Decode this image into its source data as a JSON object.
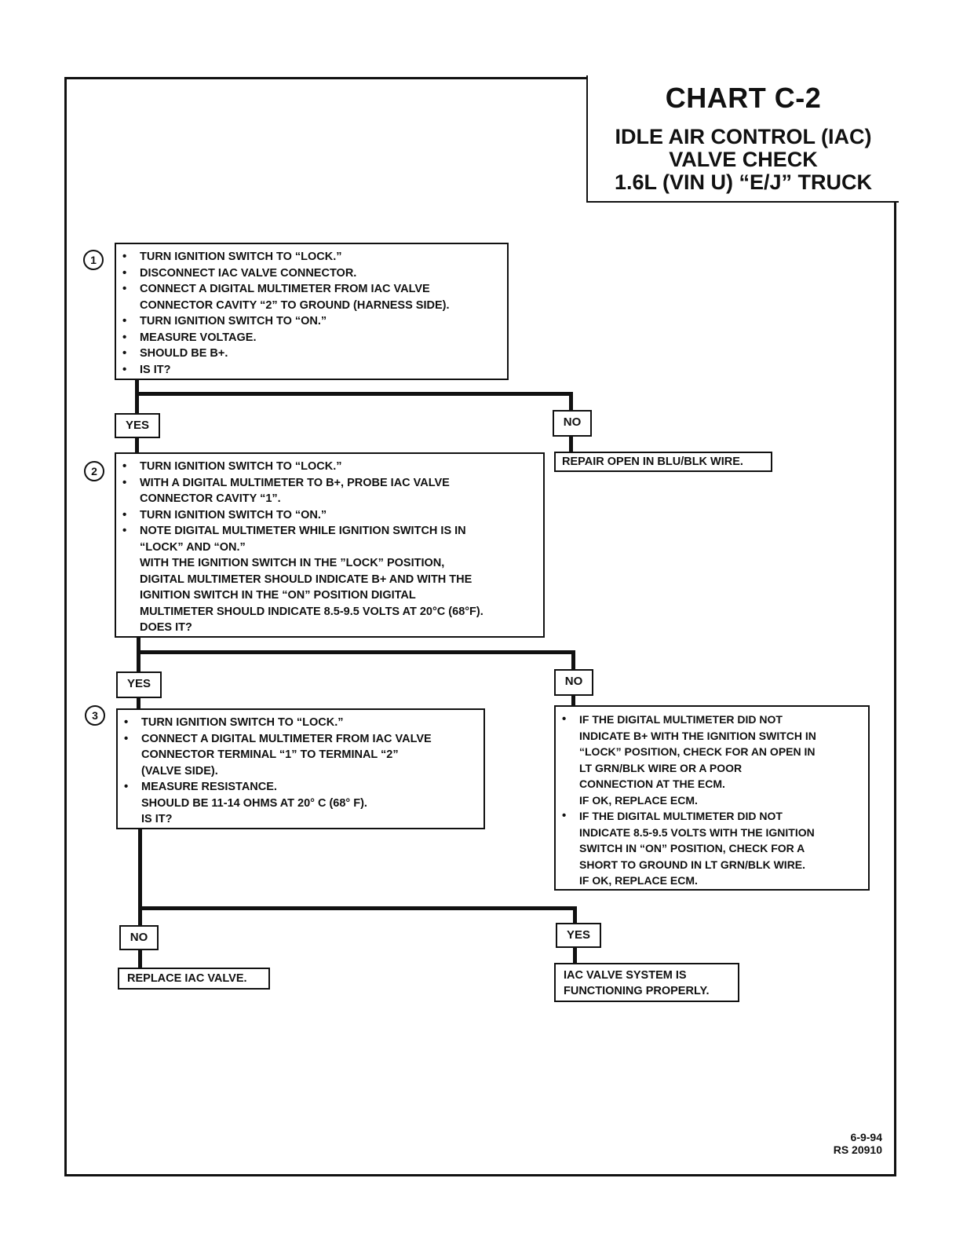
{
  "title": {
    "main": "CHART C-2",
    "line1": "IDLE AIR CONTROL (IAC)",
    "line2": "VALVE CHECK",
    "line3": "1.6L (VIN U) “E/J” TRUCK"
  },
  "steps": [
    {
      "number": "1",
      "bullets": [
        "TURN IGNITION SWITCH TO “LOCK.”",
        "DISCONNECT IAC VALVE CONNECTOR.",
        "CONNECT A DIGITAL MULTIMETER FROM IAC VALVE",
        "TURN IGNITION SWITCH TO “ON.”",
        "MEASURE VOLTAGE.",
        "SHOULD BE B+.",
        "IS IT?"
      ],
      "continuation": "CONNECTOR CAVITY “2” TO GROUND (HARNESS SIDE)."
    },
    {
      "number": "2",
      "bullets": [
        "TURN IGNITION SWITCH TO “LOCK.”",
        "WITH A DIGITAL MULTIMETER TO B+, PROBE IAC VALVE",
        "TURN IGNITION SWITCH TO “ON.”",
        "NOTE DIGITAL MULTIMETER WHILE IGNITION SWITCH IS IN"
      ],
      "cont_a": "CONNECTOR CAVITY “1”.",
      "cont_b": [
        "“LOCK” AND “ON.”",
        "WITH THE IGNITION SWITCH IN THE ”LOCK” POSITION,",
        "DIGITAL MULTIMETER SHOULD INDICATE B+ AND WITH THE",
        "IGNITION SWITCH IN THE “ON” POSITION DIGITAL",
        "MULTIMETER SHOULD INDICATE 8.5-9.5 VOLTS AT 20°C (68°F).",
        "DOES IT?"
      ]
    },
    {
      "number": "3",
      "bullets": [
        "TURN IGNITION SWITCH TO “LOCK.”",
        "CONNECT A DIGITAL MULTIMETER FROM IAC VALVE",
        "MEASURE RESISTANCE."
      ],
      "cont_a": [
        "CONNECTOR TERMINAL “1” TO TERMINAL “2”",
        "(VALVE SIDE)."
      ],
      "cont_b": [
        "SHOULD BE 11-14 OHMS AT 20° C (68° F).",
        "IS IT?"
      ]
    }
  ],
  "labels": {
    "yes": "YES",
    "no": "NO"
  },
  "results": {
    "repair_open": "REPAIR OPEN IN BLU/BLK WIRE.",
    "replace_iac": "REPLACE IAC VALVE.",
    "functioning": [
      "IAC VALVE SYSTEM IS",
      "FUNCTIONING PROPERLY."
    ],
    "no_branch_2": {
      "bullet1": [
        "IF THE DIGITAL MULTIMETER DID NOT",
        "INDICATE B+ WITH THE IGNITION SWITCH IN",
        "“LOCK” POSITION, CHECK FOR AN OPEN IN",
        "LT GRN/BLK WIRE OR A POOR",
        "CONNECTION AT THE ECM.",
        "IF OK, REPLACE ECM."
      ],
      "bullet2": [
        "IF THE DIGITAL MULTIMETER DID NOT",
        "INDICATE 8.5-9.5 VOLTS WITH THE IGNITION",
        "SWITCH IN “ON” POSITION, CHECK FOR A",
        "SHORT TO GROUND IN LT GRN/BLK WIRE.",
        "IF OK, REPLACE ECM."
      ]
    }
  },
  "footer": {
    "date": "6-9-94",
    "ref": "RS 20910"
  }
}
